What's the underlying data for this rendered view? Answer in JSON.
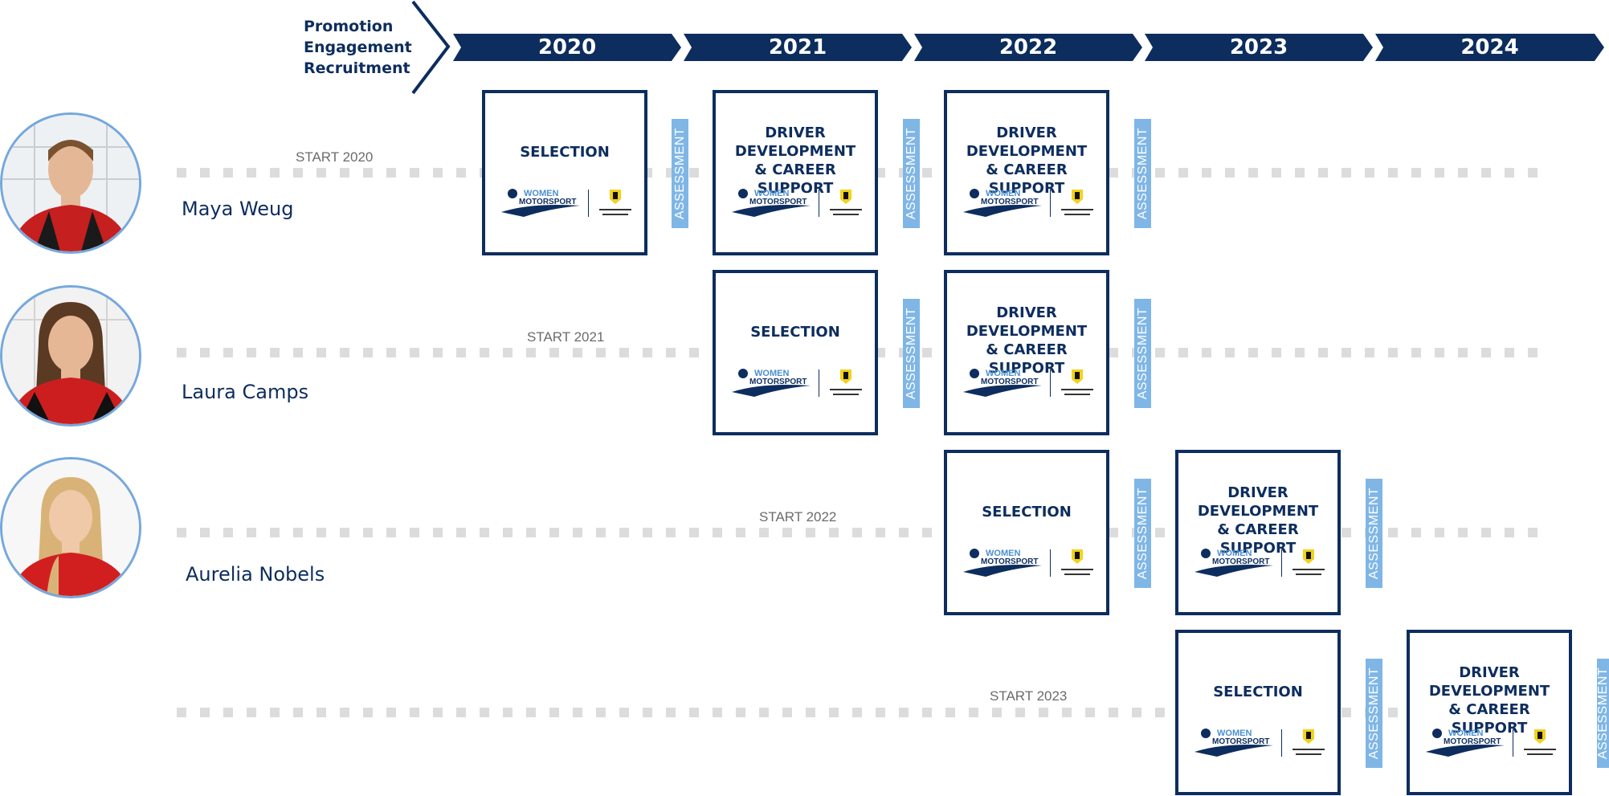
{
  "header": {
    "lines": [
      "Promotion",
      "Engagement",
      "Recruitment"
    ],
    "years": [
      "2020",
      "2021",
      "2022",
      "2023",
      "2024"
    ]
  },
  "colors": {
    "navy": "#0d2d5e",
    "assessment": "#7fb6e6",
    "lane": "#dcdcdc",
    "avatar_ring": "#76a8dc"
  },
  "drivers": [
    {
      "name": "Maya Weug",
      "start": "START 2020",
      "photo_icon": "driver-photo-icon"
    },
    {
      "name": "Laura Camps",
      "start": "START 2021",
      "photo_icon": "driver-photo-icon"
    },
    {
      "name": "Aurelia Nobels",
      "start": "START 2022",
      "photo_icon": "driver-photo-icon"
    },
    {
      "name": "",
      "start": "START 2023"
    }
  ],
  "stages": {
    "selection": "SELECTION",
    "development": "DRIVER\nDEVELOPMENT\n& CAREER SUPPORT",
    "assessment": "ASSESSMENT"
  },
  "logos": {
    "women_line1": "WOMEN",
    "women_line2": "MOTORSPORT",
    "women_icon": "fia-women-in-motorsport-logo",
    "fda_icon": "ferrari-driver-academy-logo"
  }
}
